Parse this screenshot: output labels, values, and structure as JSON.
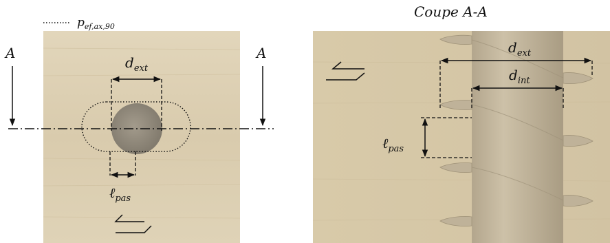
{
  "legend": {
    "symbol": "dotted-line",
    "label_main": "p",
    "label_sub": "ef,ax,90"
  },
  "left_panel": {
    "section_label_left": "A",
    "section_label_right": "A",
    "d_ext": {
      "main": "d",
      "sub": "ext"
    },
    "l_pas": {
      "main": "ℓ",
      "sub": "pas"
    },
    "shear_symbol": "shear-arrow-icon"
  },
  "right_panel": {
    "title": "Coupe A-A",
    "d_ext": {
      "main": "d",
      "sub": "ext"
    },
    "d_int": {
      "main": "d",
      "sub": "int"
    },
    "l_pas": {
      "main": "ℓ",
      "sub": "pas"
    },
    "shear_symbol": "shear-arrow-icon"
  },
  "colors": {
    "wood": "#dccfb1",
    "screw_core": "#c2b59c",
    "screw_head": "#8f8779",
    "line": "#111111"
  }
}
